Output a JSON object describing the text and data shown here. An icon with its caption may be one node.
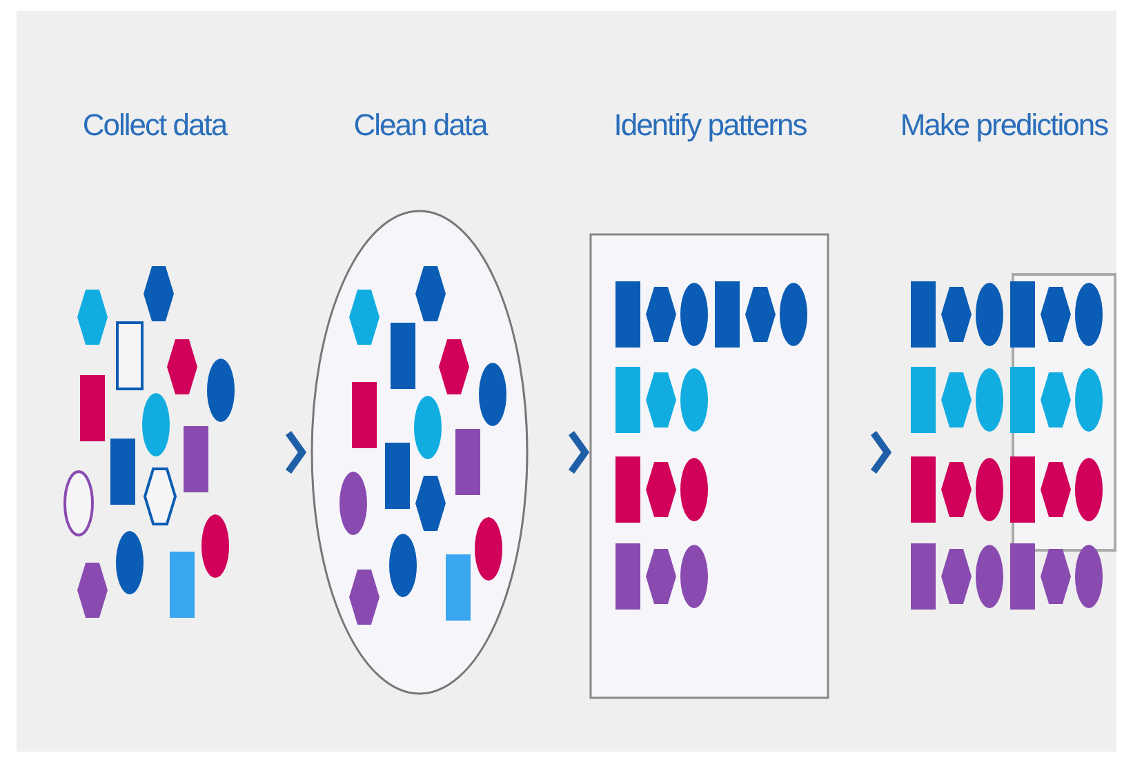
{
  "diagram": {
    "nodes": [
      {
        "text": [
          "Collect data"
        ]
      },
      {
        "text": [
          "Clean data"
        ]
      },
      {
        "text": [
          "Identify patterns"
        ]
      },
      {
        "text": [
          "Make predictions"
        ]
      },
      {
        "text": [],
        "shape": "box",
        "in": 3
      }
    ],
    "edges": [
      {
        "from": 0,
        "to": 1,
        "arrow": "to"
      },
      {
        "from": 1,
        "to": 2,
        "arrow": "to"
      },
      {
        "from": 2,
        "to": 3,
        "arrow": "to"
      }
    ]
  }
}
